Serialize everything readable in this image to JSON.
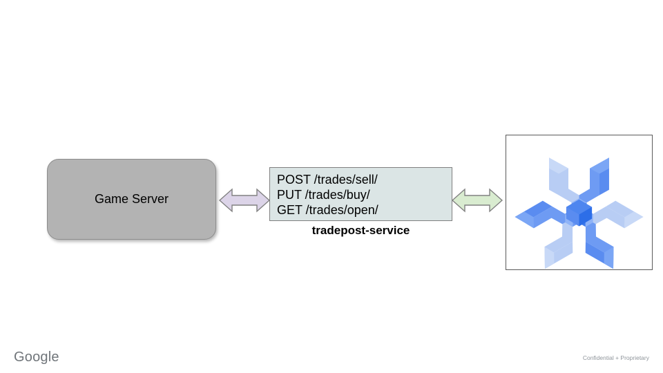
{
  "slide": {
    "background_color": "#ffffff",
    "nodes": {
      "game_server": {
        "label": "Game Server",
        "fill": "#b3b3b3",
        "stroke": "#8c8c8c"
      },
      "service": {
        "caption": "tradepost-service",
        "fill": "#dbe5e5",
        "stroke": "#7f7f7f",
        "endpoints": [
          "POST /trades/sell/",
          "PUT /trades/buy/",
          "GET /trades/open/"
        ]
      },
      "platform_logo": {
        "icon_name": "agones-trident-logo",
        "frame_stroke": "#595959",
        "colors": {
          "light": "#b8cdf4",
          "medium": "#6e9bf3",
          "bright": "#4e86ef",
          "deep": "#2d6ee8"
        }
      }
    },
    "connectors": [
      {
        "name": "game-server-to-service",
        "style": "double-headed-arrow",
        "fill": "#dcd4e8",
        "stroke": "#808080"
      },
      {
        "name": "service-to-platform",
        "style": "double-headed-arrow",
        "fill": "#d9ecd0",
        "stroke": "#808080"
      }
    ]
  },
  "footer": {
    "brand": "Google",
    "confidentiality": "Confidential + Proprietary"
  }
}
